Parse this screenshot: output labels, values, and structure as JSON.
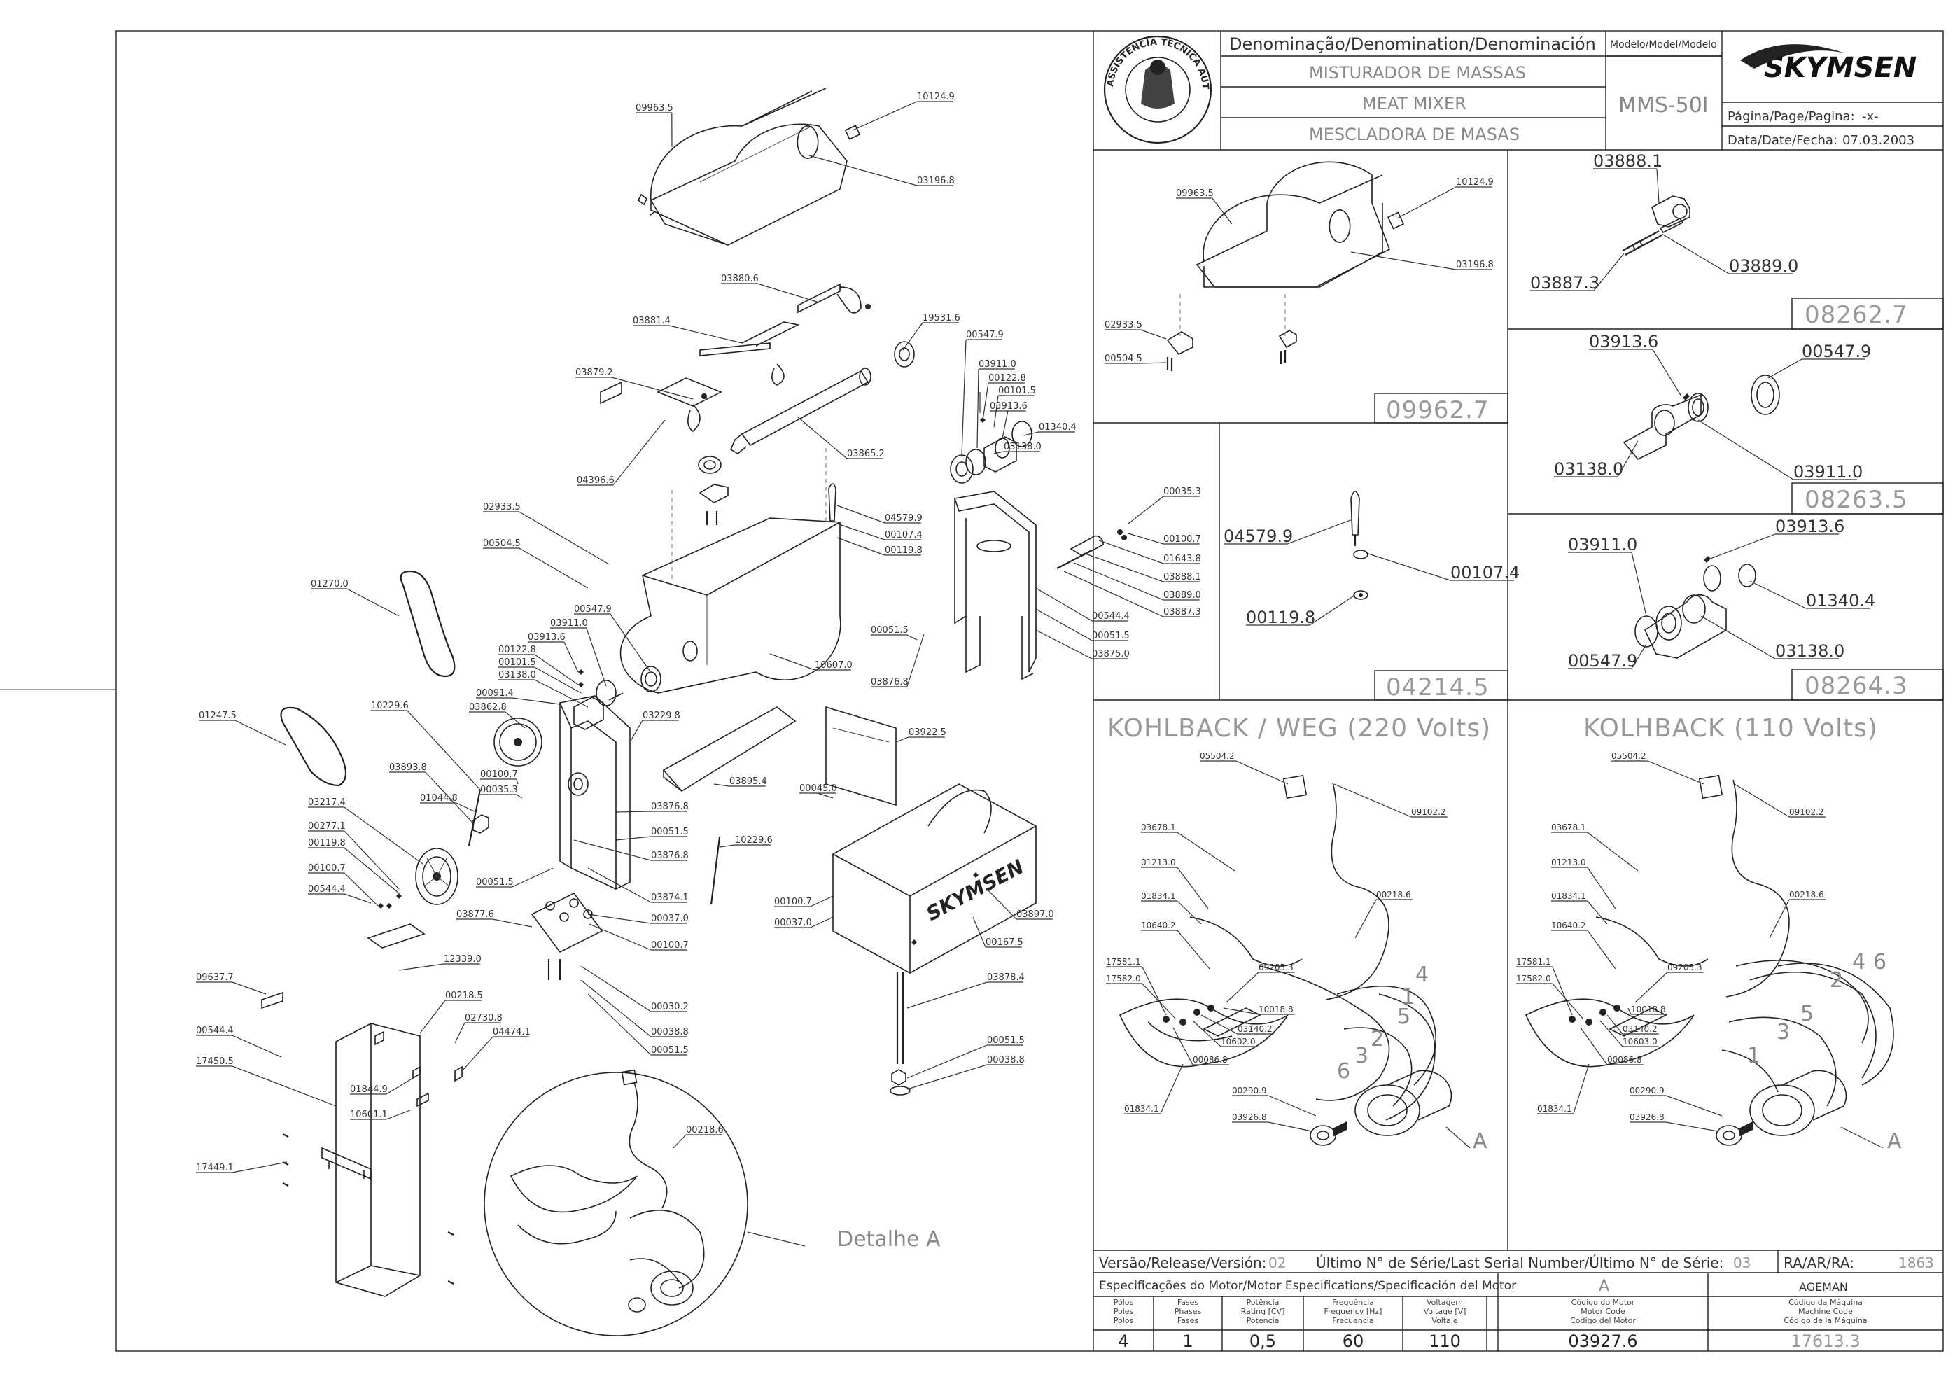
{
  "title_block": {
    "denomination_header": "Denominação/Denomination/Denominación",
    "model_header": "Modelo/Model/Modelo",
    "name_pt": "MISTURADOR DE MASSAS",
    "name_en": "MEAT MIXER",
    "name_es": "MESCLADORA DE MASAS",
    "model": "MMS-50I",
    "brand": "SKYMSEN",
    "page_label": "Página/Page/Pagina:",
    "page_value": "-x-",
    "date_label": "Data/Date/Fecha:",
    "date_value": "07.03.2003",
    "seal_text": "ASSISTÊNCIA TÉCNICA AUTORIZADA"
  },
  "panels": {
    "cover_assembly": "09962.7",
    "shaft_assembly": "08262.7",
    "bearing_assembly_a": "08263.5",
    "lever_assembly": "04214.5",
    "bearing_assembly_b": "08264.3"
  },
  "wiring": {
    "left_title": "KOHLBACK / WEG (220 Volts)",
    "right_title": "KOLHBACK (110 Volts)",
    "detail_label": "Detalhe A",
    "motor_letter": "A"
  },
  "footer": {
    "version_label": "Versão/Release/Versión:",
    "version_value": "02",
    "serial_label": "Último N° de Série/Last Serial Number/Último N° de Série:",
    "serial_value": "03",
    "ra_label": "RA/AR/RA:",
    "ra_value": "1863",
    "motor_spec_label": "Especificações do Motor/Motor Especifications/Specificación del Motor",
    "motor_letter": "A",
    "maker": "AGEMAN",
    "columns": [
      {
        "h1": "Pólos",
        "h2": "Poles",
        "h3": "Polos",
        "value": "4"
      },
      {
        "h1": "Fases",
        "h2": "Phases",
        "h3": "Fases",
        "value": "1"
      },
      {
        "h1": "Potência",
        "h2": "Rating [CV]",
        "h3": "Potencia",
        "value": "0,5"
      },
      {
        "h1": "Frequência",
        "h2": "Frequency [Hz]",
        "h3": "Frecuencia",
        "value": "60"
      },
      {
        "h1": "Voltagem",
        "h2": "Voltage [V]",
        "h3": "Voltaje",
        "value": "110"
      },
      {
        "h1": "Código do Motor",
        "h2": "Motor Code",
        "h3": "Código del Motor",
        "value": "03927.6"
      },
      {
        "h1": "Código da Máquina",
        "h2": "Machine Code",
        "h3": "Código de la Máquina",
        "value": "17613.3"
      }
    ]
  },
  "main_labels": {
    "l01": "09963.5",
    "l02": "10124.9",
    "l03": "03196.8",
    "l04": "03880.6",
    "l05": "03881.4",
    "l06": "19531.6",
    "l07": "00547.9",
    "l08": "03911.0",
    "l09": "00122.8",
    "l10": "00101.5",
    "l11": "03913.6",
    "l12": "01340.4",
    "l13": "03138.0",
    "l14": "03879.2",
    "l15": "03865.2",
    "l16": "04396.6",
    "l17": "02933.5",
    "l18": "00504.5",
    "l19": "04579.9",
    "l20": "00107.4",
    "l21": "00119.8",
    "l22": "00035.3",
    "l23": "00100.7",
    "l24": "01643.8",
    "l25": "03888.1",
    "l26": "03889.0",
    "l27": "00544.4",
    "l28": "03887.3",
    "l29": "00051.5",
    "l30": "03875.0",
    "l31": "01270.0",
    "l32": "00547.9",
    "l33": "03911.0",
    "l34": "03913.6",
    "l35": "00122.8",
    "l36": "00101.5",
    "l37": "03138.0",
    "l38": "00091.4",
    "l39": "03862.8",
    "l40": "10607.0",
    "l41": "00051.5",
    "l42": "03876.8",
    "l43": "01247.5",
    "l44": "10229.6",
    "l45": "03229.8",
    "l46": "03922.5",
    "l47": "03893.8",
    "l48": "01044.8",
    "l49": "00100.7",
    "l50": "00035.3",
    "l51": "03895.4",
    "l52": "00045.0",
    "l53": "03217.4",
    "l54": "00277.1",
    "l55": "00119.8",
    "l56": "00100.7",
    "l57": "00544.4",
    "l58": "03876.8",
    "l59": "00051.5",
    "l60": "10229.6",
    "l61": "00051.5",
    "l62": "03876.8",
    "l63": "03874.1",
    "l64": "00037.0",
    "l65": "00100.7",
    "l66": "00037.0",
    "l67": "03877.6",
    "l68": "00100.7",
    "l69": "03897.0",
    "l70": "00167.5",
    "l71": "12339.0",
    "l72": "09637.7",
    "l73": "00218.5",
    "l74": "00030.2",
    "l75": "00038.8",
    "l76": "00051.5",
    "l77": "03878.4",
    "l78": "02730.8",
    "l79": "04474.1",
    "l80": "00544.4",
    "l81": "01844.9",
    "l82": "00051.5",
    "l83": "17450.5",
    "l84": "10601.1",
    "l85": "00038.8",
    "l86": "17449.1",
    "l87": "00218.6"
  },
  "panel_labels": {
    "p01": "09963.5",
    "p02": "10124.9",
    "p03": "03196.8",
    "p04": "02933.5",
    "p05": "00504.5",
    "p06": "03888.1",
    "p07": "03887.3",
    "p08": "03889.0",
    "p09": "03913.6",
    "p10": "00547.9",
    "p11": "03138.0",
    "p12": "03911.0",
    "p13": "04579.9",
    "p14": "00107.4",
    "p15": "00119.8",
    "p16": "03911.0",
    "p17": "03913.6",
    "p18": "01340.4",
    "p19": "00547.9",
    "p20": "03138.0"
  },
  "wiring_labels": {
    "w01": "05504.2",
    "w02": "09102.2",
    "w03": "03678.1",
    "w04": "01213.0",
    "w05": "00218.6",
    "w06": "01834.1",
    "w07": "10640.2",
    "w08": "09205.3",
    "w09": "17581.1",
    "w10": "17582.0",
    "w11": "10018.8",
    "w12": "03140.2",
    "w13": "10602.0",
    "w14": "00086.8",
    "w15": "00290.9",
    "w16": "03926.8",
    "w17": "01834.1",
    "r01": "05504.2",
    "r02": "09102.2",
    "r03": "03678.1",
    "r04": "01213.0",
    "r05": "00218.6",
    "r06": "01834.1",
    "r07": "10640.2",
    "r08": "09205.3",
    "r09": "17581.1",
    "r10": "17582.0",
    "r11": "10018.8",
    "r12": "03140.2",
    "r13": "10603.0",
    "r14": "00086.8",
    "r15": "00290.9",
    "r16": "03926.8",
    "r17": "01834.1",
    "n1": "1",
    "n2": "2",
    "n3": "3",
    "n4": "4",
    "n5": "5",
    "n6": "6"
  }
}
